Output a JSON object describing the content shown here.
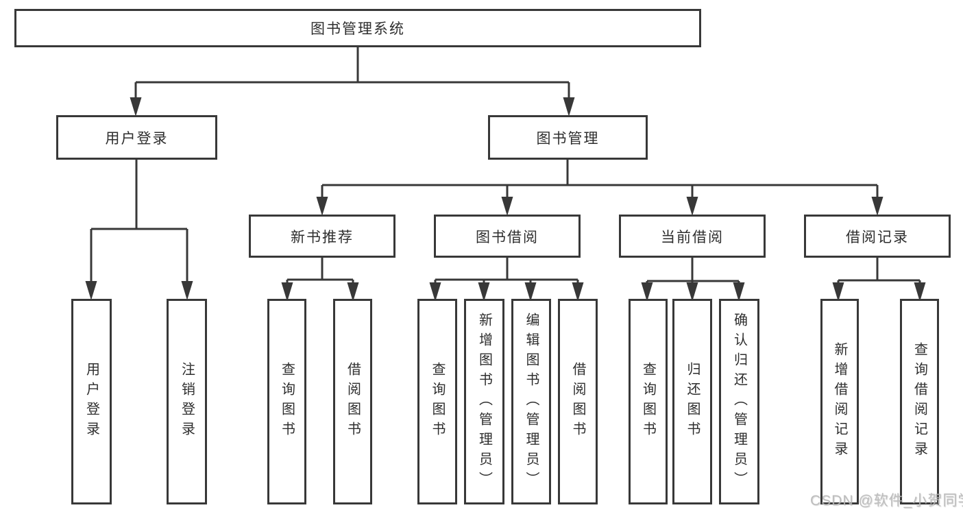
{
  "diagram": {
    "line_color": "#383838",
    "watermark": "CSDN @软件_小贺同学",
    "nodes": {
      "root": "图书管理系统",
      "user_login": "用户登录",
      "book_management": "图书管理",
      "new_book_recommend": "新书推荐",
      "book_borrow": "图书借阅",
      "current_borrow": "当前借阅",
      "borrow_record": "借阅记录",
      "leaf_user_login": "用户登录",
      "leaf_logout": "注销登录",
      "leaf_nbr_query_book": "查询图书",
      "leaf_nbr_borrow_book": "借阅图书",
      "leaf_bb_query_book": "查询图书",
      "leaf_bb_add_book": "新增图书（管理员）",
      "leaf_bb_edit_book": "编辑图书（管理员）",
      "leaf_bb_borrow_book": "借阅图书",
      "leaf_cb_query_book": "查询图书",
      "leaf_cb_return_book": "归还图书",
      "leaf_cb_confirm_return": "确认归还（管理员）",
      "leaf_br_add_record": "新增借阅记录",
      "leaf_br_query_record": "查询借阅记录"
    }
  }
}
